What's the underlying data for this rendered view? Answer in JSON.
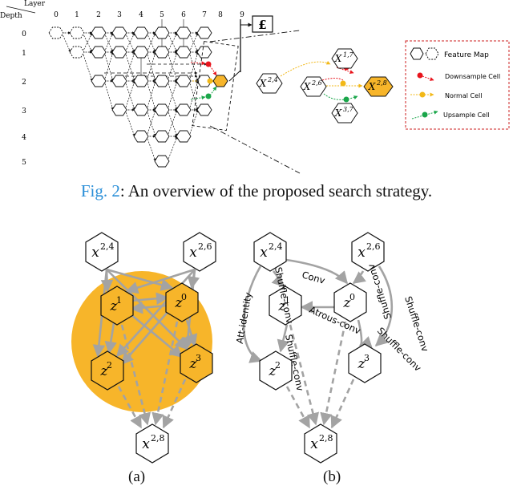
{
  "top_figure": {
    "layer_title": "Layer",
    "depth_title": "Depth",
    "layer_ticks": [
      "0",
      "1",
      "2",
      "3",
      "4",
      "5",
      "6",
      "7",
      "8",
      "9"
    ],
    "depth_ticks": [
      "0",
      "1",
      "2",
      "3",
      "4",
      "5"
    ],
    "output_symbol": "£",
    "zoom_nodes": {
      "left": "X",
      "left_sup": "2,4",
      "mid": "X",
      "mid_sup": "2,6",
      "top": "X",
      "top_sup": "1,7",
      "bottom": "X",
      "bottom_sup": "3,7",
      "out": "X",
      "out_sup": "2,8"
    },
    "legend": {
      "feature_map": "Feature Map",
      "downsample": "Downsample Cell",
      "normal": "Normal Cell",
      "upsample": "Upsample Cell"
    }
  },
  "caption": {
    "prefix": "Fig. 2",
    "text": ": An overview of the proposed search strategy."
  },
  "panel_a": {
    "label": "(a)",
    "nodes": {
      "x24": {
        "base": "x",
        "sup": "2,4"
      },
      "x26": {
        "base": "x",
        "sup": "2,6"
      },
      "z1": {
        "base": "z",
        "sup": "1"
      },
      "z0": {
        "base": "z",
        "sup": "0"
      },
      "z2": {
        "base": "z",
        "sup": "2"
      },
      "z3": {
        "base": "z",
        "sup": "3"
      },
      "x28": {
        "base": "x",
        "sup": "2,8"
      }
    }
  },
  "panel_b": {
    "label": "(b)",
    "nodes": {
      "x24": {
        "base": "x",
        "sup": "2,4"
      },
      "x26": {
        "base": "x",
        "sup": "2,6"
      },
      "z1": {
        "base": "z",
        "sup": "1"
      },
      "z0": {
        "base": "z",
        "sup": "0"
      },
      "z2": {
        "base": "z",
        "sup": "2"
      },
      "z3": {
        "base": "z",
        "sup": "3"
      },
      "x28": {
        "base": "x",
        "sup": "2,8"
      }
    },
    "edge_labels": {
      "conv": "Conv",
      "shuffle_conv_a": "Shuffle-conv",
      "shuffle_conv_b": "Shuffle-conv",
      "shuffle_conv_c": "Shuffle-conv",
      "shuffle_conv_d": "Shuffle-conv",
      "shuffle_conv_e": "Shuffle-conv",
      "atrous_conv": "Atrous-conv",
      "att_identity": "Att-identity"
    }
  },
  "colors": {
    "down": "#e8141c",
    "normal": "#f2b817",
    "up": "#1aa64a",
    "highlight": "#f7b52a",
    "edge_gray": "#a3a3a3",
    "legend_border": "#cc2222",
    "caption_ref": "#2a8fd8"
  }
}
